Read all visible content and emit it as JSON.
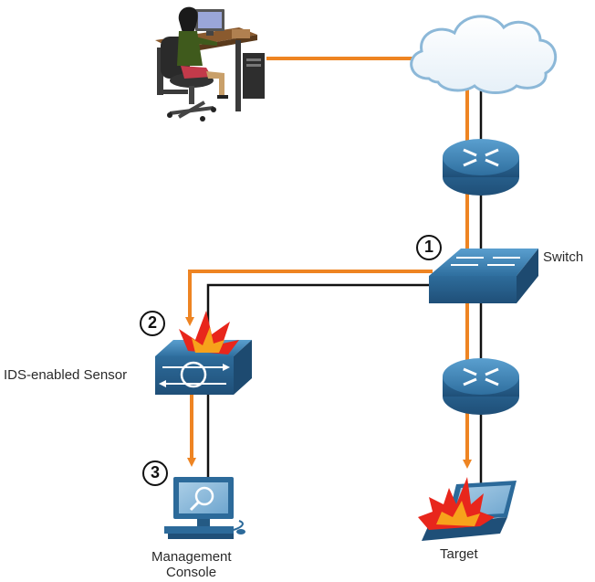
{
  "colors": {
    "attack_path": "#ee8422",
    "normal_link": "#111111",
    "device_blue": "#3a7fb0",
    "cloud_outline": "#8cb8d8",
    "explosion_red": "#e8261c",
    "explosion_orange": "#f7a21b"
  },
  "nodes": {
    "attacker": {
      "icon": "person-at-computer-icon"
    },
    "internet": {
      "icon": "cloud-icon"
    },
    "edge_router": {
      "icon": "router-icon"
    },
    "switch": {
      "icon": "switch-icon",
      "label": "Switch"
    },
    "sensor": {
      "icon": "ids-sensor-icon",
      "label": "IDS-enabled Sensor"
    },
    "internal_router": {
      "icon": "router-icon"
    },
    "console": {
      "icon": "workstation-icon",
      "label_line1": "Management",
      "label_line2": "Console"
    },
    "target": {
      "icon": "laptop-icon",
      "label": "Target"
    }
  },
  "steps": [
    {
      "number": "1"
    },
    {
      "number": "2"
    },
    {
      "number": "3"
    }
  ]
}
